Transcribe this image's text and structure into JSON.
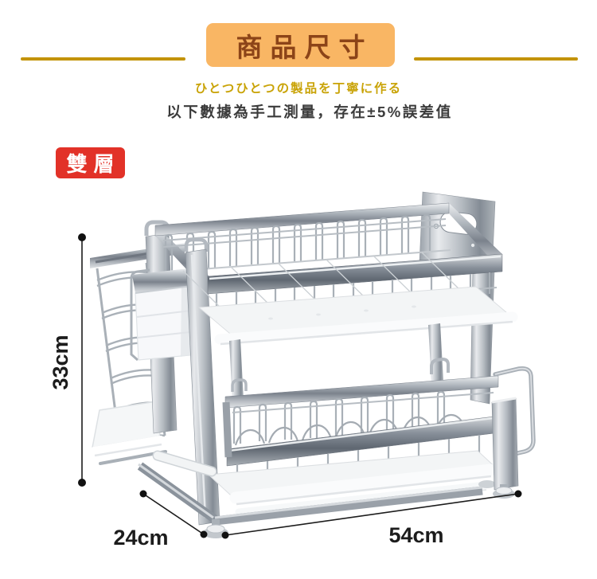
{
  "header": {
    "title": "商品尺寸",
    "tagline": "ひとつひとつの製品を丁寧に作る",
    "note": "以下數據為手工測量，存在±5%誤差值"
  },
  "badge": {
    "label": "雙層"
  },
  "dimensions": {
    "height": "33cm",
    "depth": "24cm",
    "width": "54cm"
  },
  "illustration": {
    "subject": "two-tier stainless steel dish drying rack with drain trays, utensil cup and side ladder rack"
  },
  "colors": {
    "banner_bg": "#F9B664",
    "banner_text": "#8C4418",
    "divider_gold": "#C39304",
    "tagline_gold": "#C9A307",
    "note_text": "#3B3B3B",
    "badge_bg": "#E23228",
    "badge_text": "#FFFFFF",
    "dimension_line": "#1C1C1C"
  }
}
